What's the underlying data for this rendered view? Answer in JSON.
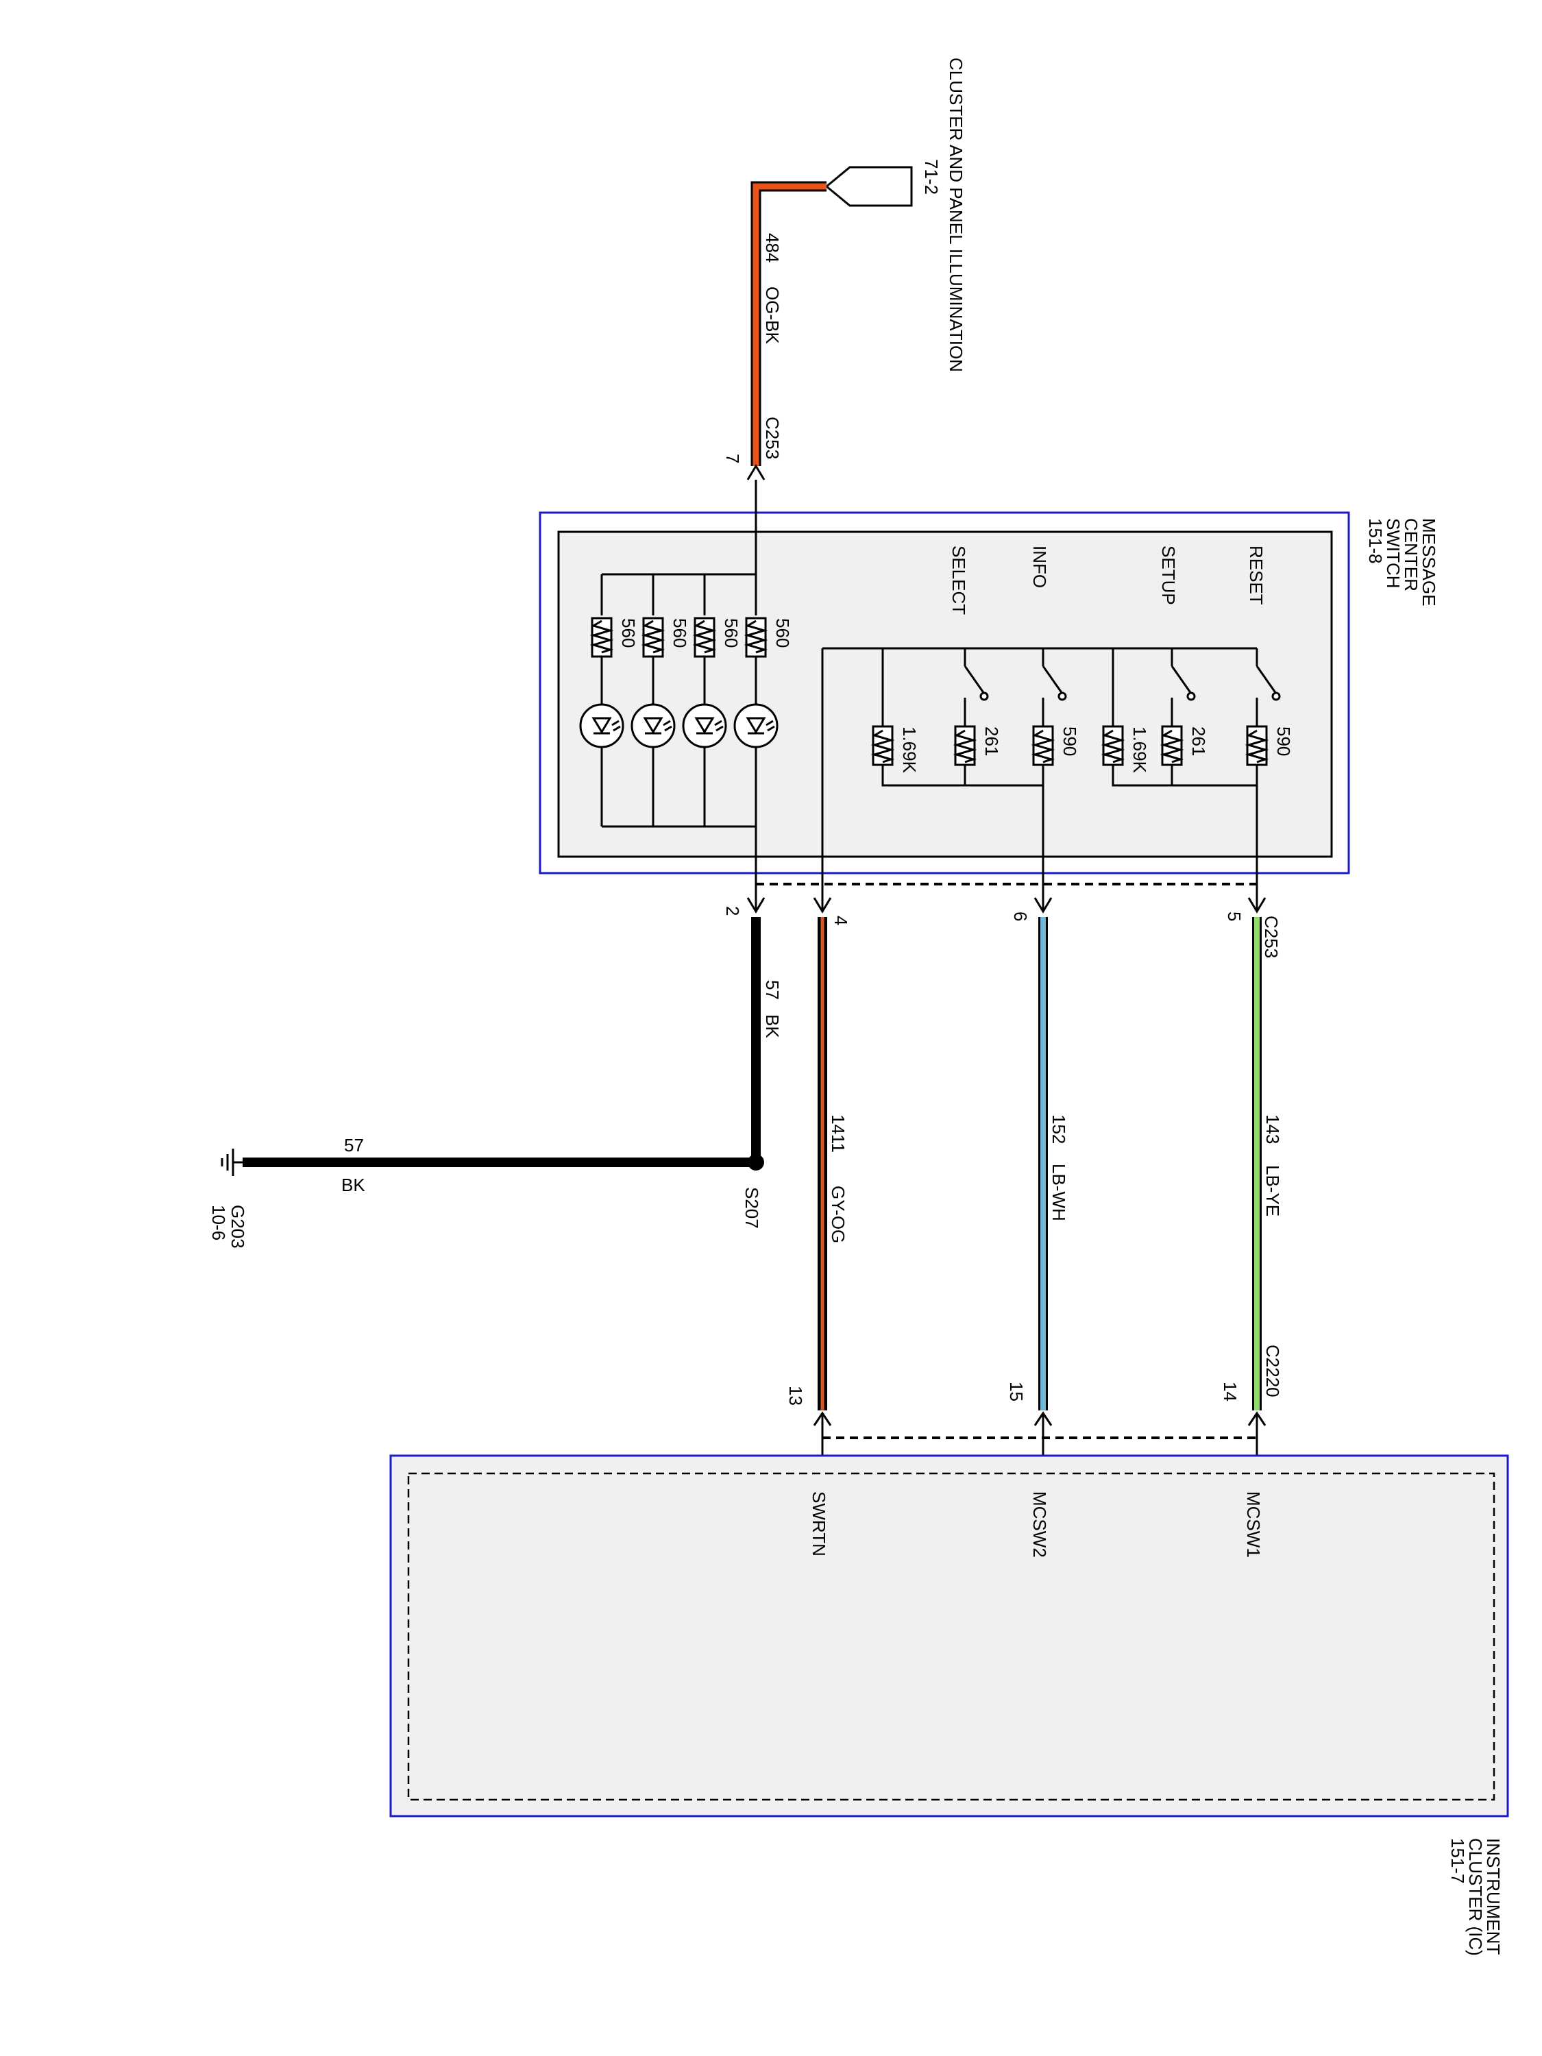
{
  "colors": {
    "og_bk": "#e8531c",
    "gy_og": "#d4571f",
    "lb_wh": "#6fb7d8",
    "lb_ye": "#8fdc6a",
    "black": "#000000",
    "box_border": "#1a1ac8",
    "box_fill": "#f0f0f0"
  },
  "labels": {
    "illum_ref_title": "CLUSTER AND PANEL ILLUMINATION",
    "illum_ref_page": "71-2",
    "wire_484_num": "484",
    "wire_484_color": "OG-BK",
    "c253": "C253",
    "pin_7": "7",
    "mcs_title_1": "MESSAGE",
    "mcs_title_2": "CENTER",
    "mcs_title_3": "SWITCH",
    "mcs_page": "151-8",
    "btn_reset": "RESET",
    "btn_setup": "SETUP",
    "btn_info": "INFO",
    "btn_select": "SELECT",
    "r_reset": "590",
    "r_setup_1": "261",
    "r_setup_2": "1.69K",
    "r_info": "590",
    "r_select_1": "261",
    "r_select_2": "1.69K",
    "r_led_1": "560",
    "r_led_2": "560",
    "r_led_3": "560",
    "r_led_4": "560",
    "pin_2": "2",
    "pin_4": "4",
    "pin_6": "6",
    "pin_5": "5",
    "c253_b": "C253",
    "wire_57_num": "57",
    "wire_57_color": "BK",
    "wire_1411_num": "1411",
    "wire_1411_color": "GY-OG",
    "wire_152_num": "152",
    "wire_152_color": "LB-WH",
    "wire_143_num": "143",
    "wire_143_color": "LB-YE",
    "splice_s207": "S207",
    "wire_57b_num": "57",
    "wire_57b_color": "BK",
    "ground_g203": "G203",
    "ground_page": "10-6",
    "c2220": "C2220",
    "pin_13": "13",
    "pin_15": "15",
    "pin_14": "14",
    "sig_swrtn": "SWRTN",
    "sig_mcsw2": "MCSW2",
    "sig_mcsw1": "MCSW1",
    "ic_title_1": "INSTRUMENT",
    "ic_title_2": "CLUSTER (IC)",
    "ic_page": "151-7"
  }
}
